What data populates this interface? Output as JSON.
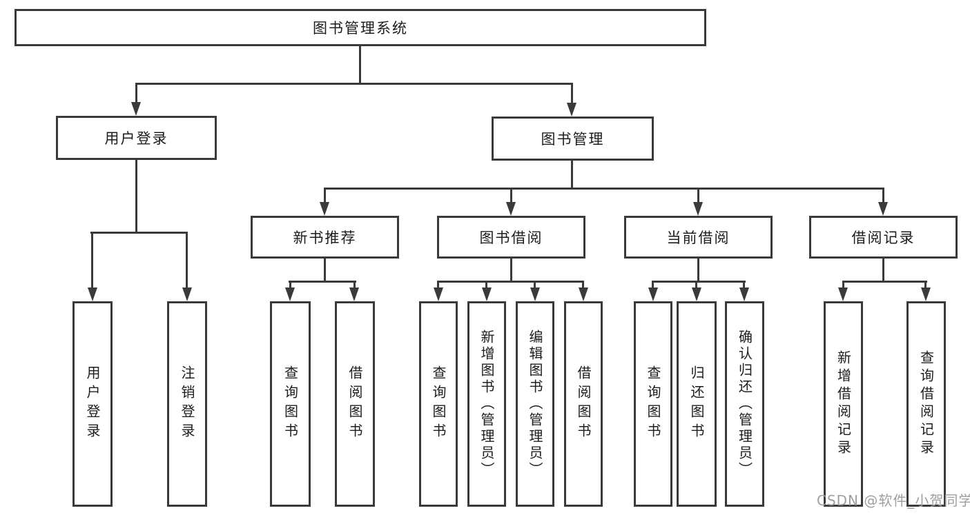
{
  "diagram": {
    "root": {
      "label": "图书管理系统",
      "children": [
        {
          "label": "用户登录",
          "children": [
            {
              "label": "用户登录"
            },
            {
              "label": "注销登录"
            }
          ]
        },
        {
          "label": "图书管理",
          "children": [
            {
              "label": "新书推荐",
              "children": [
                {
                  "label": "查询图书"
                },
                {
                  "label": "借阅图书"
                }
              ]
            },
            {
              "label": "图书借阅",
              "children": [
                {
                  "label": "查询图书"
                },
                {
                  "label": "新增图书（管理员）"
                },
                {
                  "label": "编辑图书（管理员）"
                },
                {
                  "label": "借阅图书"
                }
              ]
            },
            {
              "label": "当前借阅",
              "children": [
                {
                  "label": "查询图书"
                },
                {
                  "label": "归还图书"
                },
                {
                  "label": "确认归还（管理员）"
                }
              ]
            },
            {
              "label": "借阅记录",
              "children": [
                {
                  "label": "新增借阅记录"
                },
                {
                  "label": "查询借阅记录"
                }
              ]
            }
          ]
        }
      ]
    }
  },
  "watermark": {
    "text": "CSDN @软件_小贺同学"
  },
  "colors": {
    "line": "#3a3a3a",
    "text": "#1c1c1c",
    "watermark": "#9e9e9e",
    "background": "#ffffff"
  }
}
